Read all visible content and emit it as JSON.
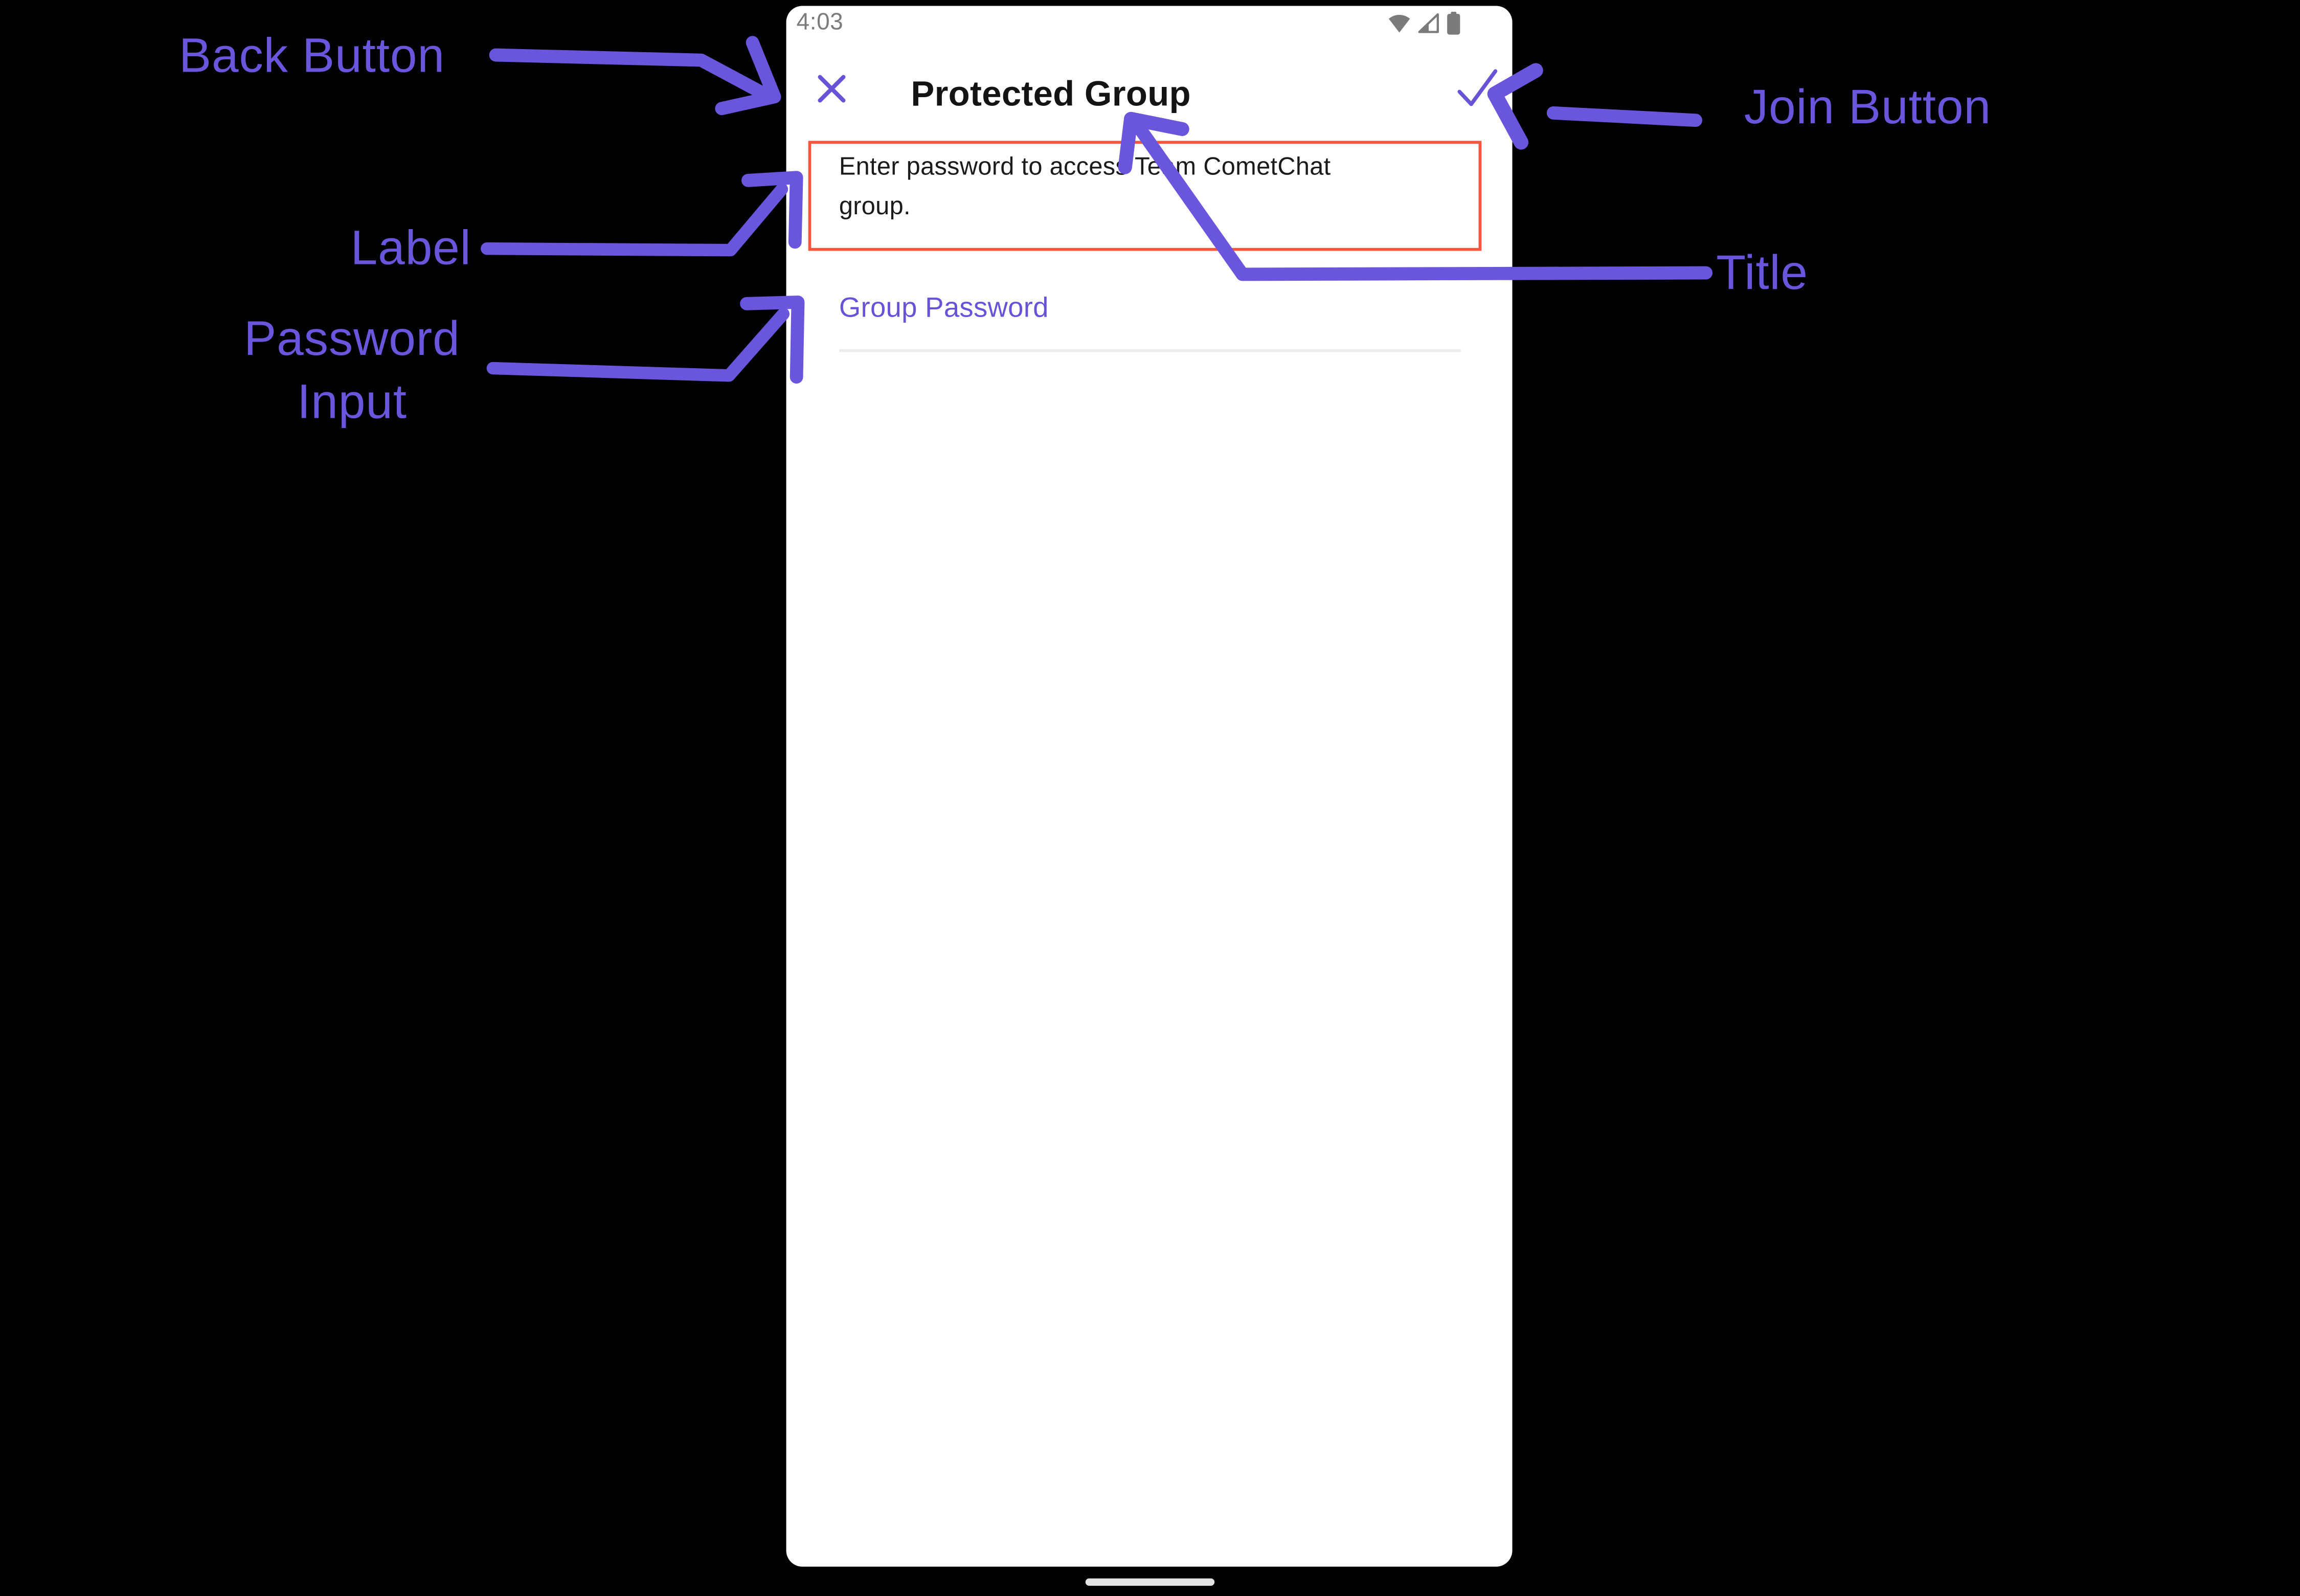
{
  "phone": {
    "status_bar": {
      "time": "4:03",
      "icons": [
        "wifi-icon",
        "cell-signal-icon",
        "battery-icon"
      ]
    },
    "header": {
      "title": "Protected Group",
      "close_icon": "close-icon",
      "join_icon": "check-icon"
    },
    "password_prompt": {
      "line1": "Enter password to access Team CometChat",
      "line2": "group."
    },
    "password_input": {
      "label": "Group Password",
      "value": ""
    }
  },
  "annotations": {
    "back_button": "Back Button",
    "join_button": "Join Button",
    "label": "Label",
    "password_input_line1": "Password",
    "password_input_line2": "Input",
    "title": "Title"
  },
  "colors": {
    "app_purple": "#6852D6",
    "annotation_purple": "#6A56DD",
    "highlight_red": "#F4573E",
    "status_gray": "#7b7b7b",
    "background": "#000000"
  }
}
